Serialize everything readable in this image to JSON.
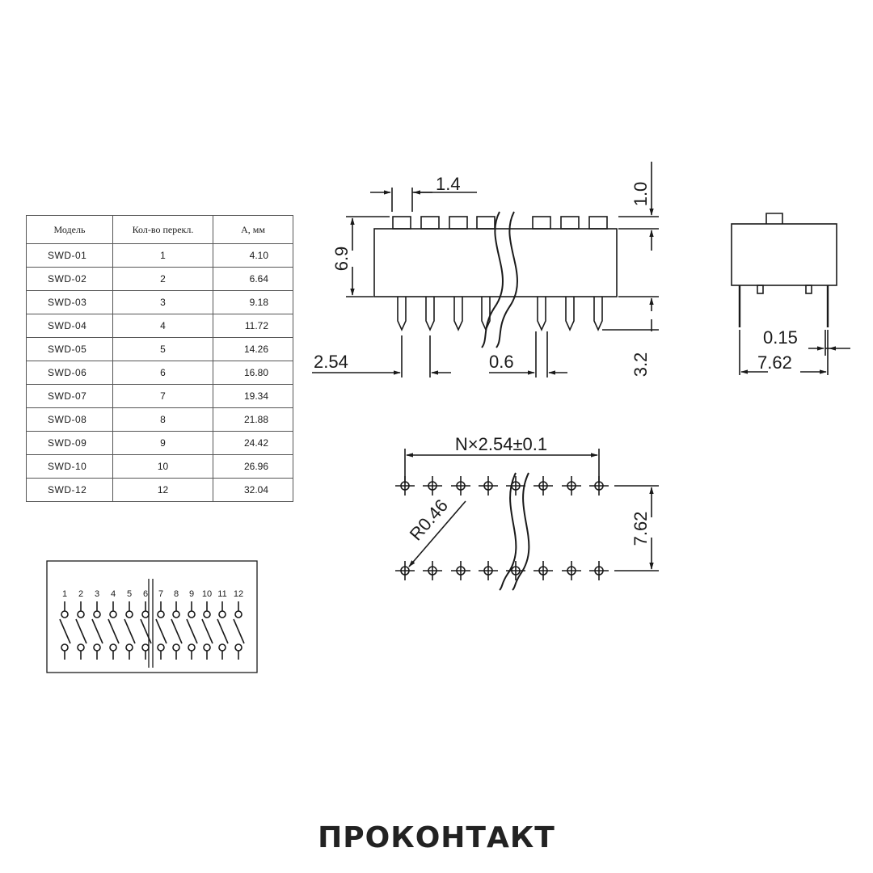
{
  "table": {
    "headers": [
      "Модель",
      "Кол-во перекл.",
      "А, мм"
    ],
    "rows": [
      [
        "SWD-01",
        "1",
        "4.10"
      ],
      [
        "SWD-02",
        "2",
        "6.64"
      ],
      [
        "SWD-03",
        "3",
        "9.18"
      ],
      [
        "SWD-04",
        "4",
        "11.72"
      ],
      [
        "SWD-05",
        "5",
        "14.26"
      ],
      [
        "SWD-06",
        "6",
        "16.80"
      ],
      [
        "SWD-07",
        "7",
        "19.34"
      ],
      [
        "SWD-08",
        "8",
        "21.88"
      ],
      [
        "SWD-09",
        "9",
        "24.42"
      ],
      [
        "SWD-10",
        "10",
        "26.96"
      ],
      [
        "SWD-12",
        "12",
        "32.04"
      ]
    ]
  },
  "dimensions": {
    "top_gap": "1.4",
    "top_height": "1.0",
    "body_height": "6.9",
    "pin_pitch": "2.54",
    "pin_width": "0.6",
    "pin_length": "3.2",
    "side_thickness": "0.15",
    "row_spacing": "7.62",
    "footprint_pitch": "N×2.54±0.1",
    "hole_radius": "R0.46",
    "footprint_row_spacing": "7.62"
  },
  "schematic": {
    "switch_numbers": [
      "1",
      "2",
      "3",
      "4",
      "5",
      "6",
      "7",
      "8",
      "9",
      "10",
      "11",
      "12"
    ]
  },
  "brand": "ПРОКОНТАКТ",
  "colors": {
    "line": "#1a1a1a",
    "background": "#ffffff"
  }
}
